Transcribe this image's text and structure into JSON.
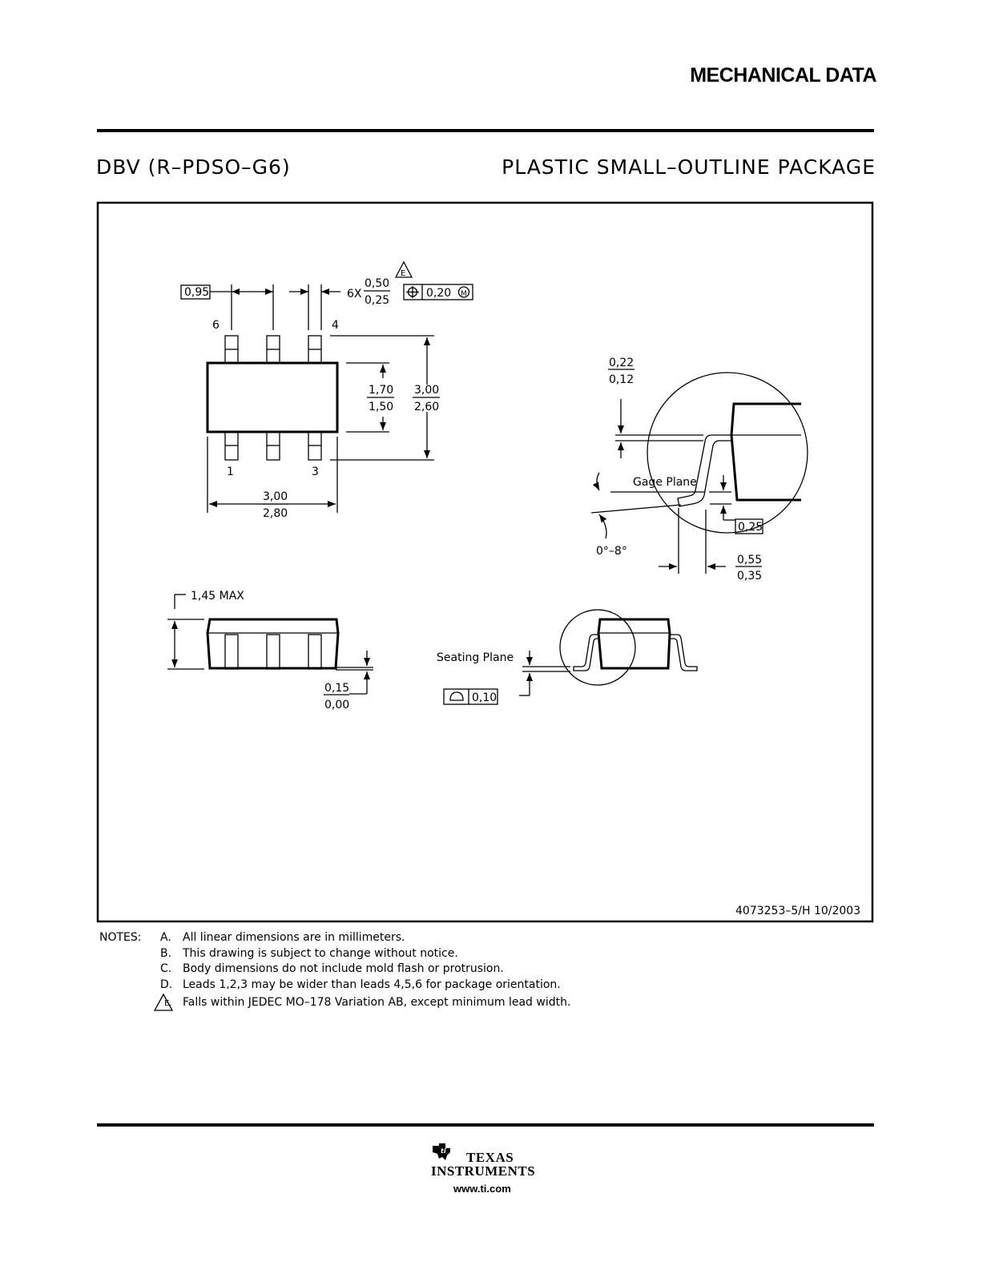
{
  "header": {
    "section_title": "MECHANICAL DATA",
    "package_code": "DBV (R–PDSO–G6)",
    "package_name": "PLASTIC SMALL–OUTLINE PACKAGE"
  },
  "drawing": {
    "top_view": {
      "pitch_box": "0,95",
      "lead_width_prefix": "6X",
      "lead_width_max": "0,50",
      "lead_width_min": "0,25",
      "note_marker": "E",
      "position_tolerance": "0,20",
      "modifier_symbol": "M",
      "pin_6": "6",
      "pin_4": "4",
      "pin_1": "1",
      "pin_3": "3",
      "body_width_max": "1,70",
      "body_width_min": "1,50",
      "overall_width_max": "3,00",
      "overall_width_min": "2,60",
      "length_max": "3,00",
      "length_min": "2,80"
    },
    "detail_view": {
      "lead_thickness_max": "0,22",
      "lead_thickness_min": "0,12",
      "gage_plane_label": "Gage Plane",
      "gage_plane_box": "0,25",
      "angle_label": "0°–8°",
      "foot_length_max": "0,55",
      "foot_length_min": "0,35"
    },
    "side_view": {
      "height_label": "1,45 MAX",
      "standoff_max": "0,15",
      "standoff_min": "0,00",
      "seating_plane_label": "Seating Plane",
      "coplanarity_box": "0,10"
    },
    "drawing_number": "4073253–5/H 10/2003"
  },
  "notes": {
    "label": "NOTES:",
    "items": [
      {
        "key": "A.",
        "text": "All linear dimensions are in millimeters."
      },
      {
        "key": "B.",
        "text": "This drawing is subject to change without notice."
      },
      {
        "key": "C.",
        "text": "Body dimensions do not include mold flash or protrusion."
      },
      {
        "key": "D.",
        "text": "Leads 1,2,3 may be wider than leads 4,5,6 for package orientation."
      },
      {
        "key": "E.",
        "text": "Falls within JEDEC MO–178 Variation AB, except minimum lead width."
      }
    ]
  },
  "footer": {
    "logo_word1": "TEXAS",
    "logo_word2": "INSTRUMENTS",
    "url": "www.ti.com"
  }
}
